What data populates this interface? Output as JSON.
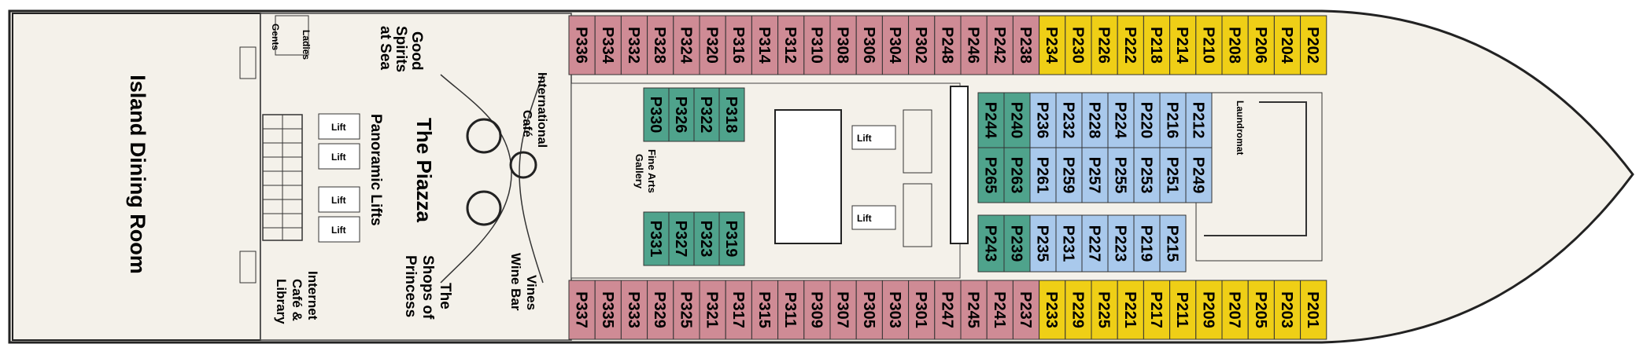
{
  "colors": {
    "background": "#ffffff",
    "hull": "#f4f1ea",
    "outline": "#222222",
    "pink": "#cf8b95",
    "yellow": "#efcf16",
    "teal": "#4fa38c",
    "blue": "#a9c9ec",
    "dot": "#d4202b"
  },
  "venues": {
    "dining": "Island Dining Room",
    "piazza": "The Piazza",
    "lifts": "Panoramic Lifts",
    "shops": [
      "The",
      "Shops of",
      "Princess"
    ],
    "internet": [
      "Internet",
      "Café &",
      "Library"
    ],
    "spirits": [
      "Good",
      "Spirits",
      "at Sea"
    ],
    "cafe": [
      "International",
      "Café"
    ],
    "vines": [
      "Vines",
      "Wine Bar"
    ],
    "gallery": [
      "Fine Arts",
      "Gallery"
    ],
    "ladies": "Ladies",
    "gents": "Gents",
    "laundromat": "Laundromat",
    "lift": "Lift"
  },
  "cabins": {
    "top_row": [
      "P336",
      "P334",
      "P332",
      "P328",
      "P324",
      "P320",
      "P316",
      "P314",
      "P312",
      "P310",
      "P308",
      "P306",
      "P304",
      "P302",
      "P248",
      "P246",
      "P242",
      "P238",
      "P234",
      "P230",
      "P226",
      "P222",
      "P218",
      "P214",
      "P210",
      "P208",
      "P206",
      "P204",
      "P202"
    ],
    "bottom_row": [
      "P337",
      "P335",
      "P333",
      "P329",
      "P325",
      "P321",
      "P317",
      "P315",
      "P311",
      "P309",
      "P307",
      "P305",
      "P303",
      "P301",
      "P247",
      "P245",
      "P241",
      "P237",
      "P233",
      "P229",
      "P225",
      "P221",
      "P217",
      "P211",
      "P209",
      "P207",
      "P205",
      "P203",
      "P201"
    ],
    "mid_upper": [
      "P330",
      "P326",
      "P322",
      "P318"
    ],
    "mid_lower": [
      "P331",
      "P327",
      "P323",
      "P319"
    ],
    "fwd_row1": [
      "P244",
      "P240",
      "P236",
      "P232",
      "P228",
      "P224",
      "P220",
      "P216",
      "P212"
    ],
    "fwd_row2": [
      "P265",
      "P263",
      "P261",
      "P259",
      "P257",
      "P255",
      "P253",
      "P251",
      "P249"
    ],
    "fwd_row3": [
      "P243",
      "P239",
      "P235",
      "P231",
      "P227",
      "P223",
      "P219",
      "P215"
    ]
  }
}
